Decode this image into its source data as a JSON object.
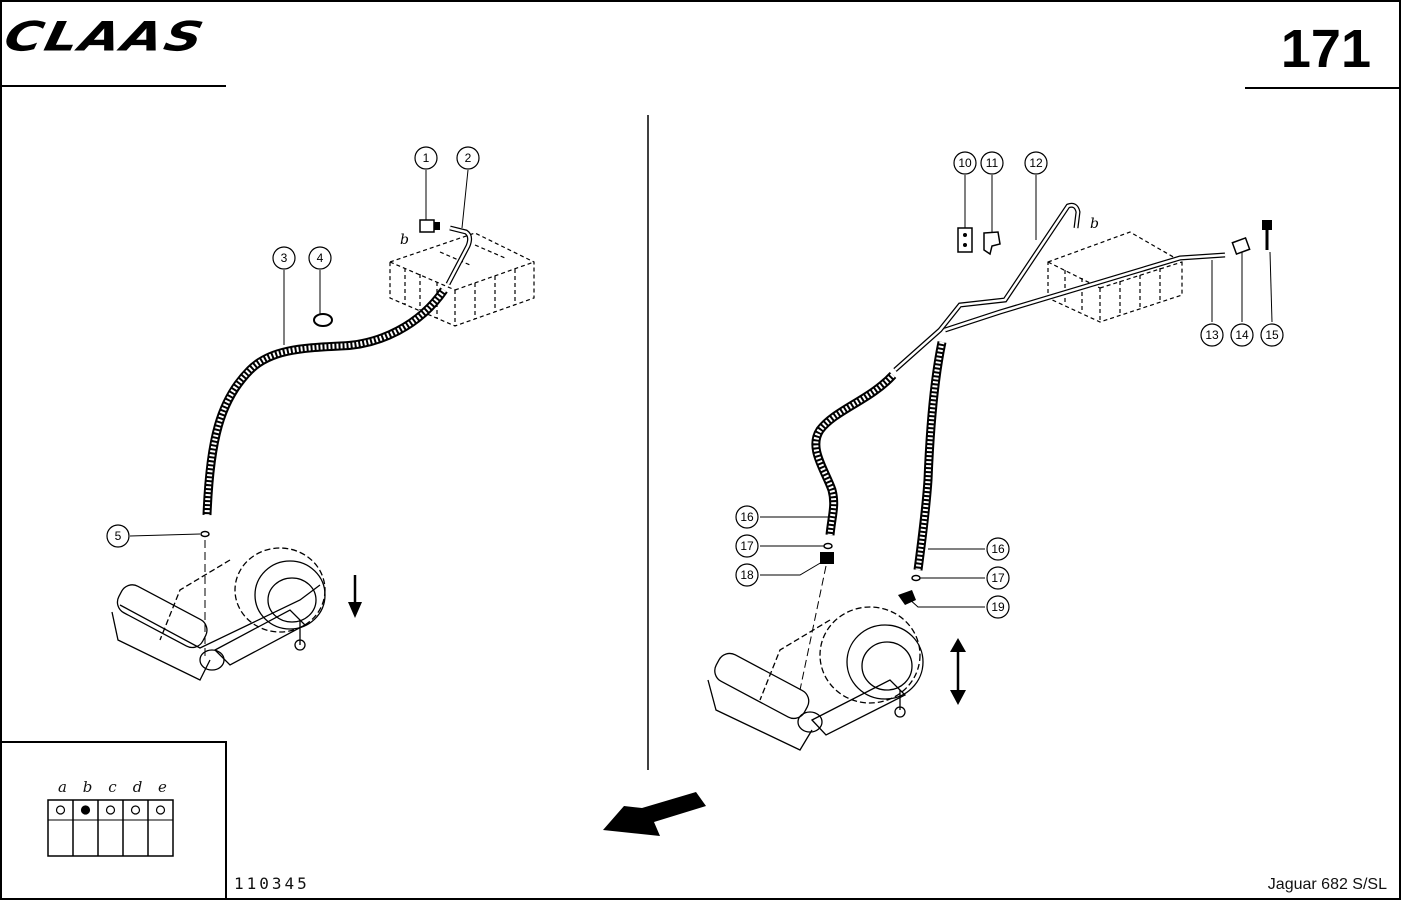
{
  "header": {
    "brand": "CLAAS",
    "page_number": "171"
  },
  "footer": {
    "catalog_code": "110345",
    "model": "Jaguar 682 S/SL"
  },
  "variants": {
    "letters": [
      "a",
      "b",
      "c",
      "d",
      "e"
    ],
    "selected": "b"
  },
  "connection_labels": {
    "left": "b",
    "right": "b"
  },
  "callouts": {
    "c1": "1",
    "c2": "2",
    "c3": "3",
    "c4": "4",
    "c5": "5",
    "c10": "10",
    "c11": "11",
    "c12": "12",
    "c13": "13",
    "c14": "14",
    "c15": "15",
    "c16a": "16",
    "c16b": "16",
    "c17a": "17",
    "c17b": "17",
    "c18": "18",
    "c19": "19"
  }
}
